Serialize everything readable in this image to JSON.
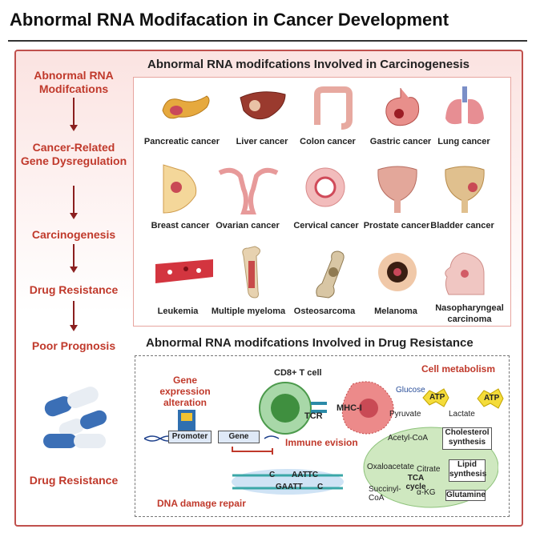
{
  "title": "Abnormal RNA Modifacation in Cancer Development",
  "flow": [
    "Abnormal RNA Modifcations",
    "Cancer-Related Gene Dysregulation",
    "Carcinogenesis",
    "Drug Resistance",
    "Poor Prognosis"
  ],
  "left_bottom_label": "Drug Resistance",
  "carcinogenesis_panel": {
    "title": "Abnormal RNA modifcations Involved in Carcinogenesis",
    "cancers": [
      "Pancreatic cancer",
      "Liver cancer",
      "Colon cancer",
      "Gastric cancer",
      "Lung cancer",
      "Breast cancer",
      "Ovarian cancer",
      "Cervical cancer",
      "Prostate cancer",
      "Bladder cancer",
      "Leukemia",
      "Multiple myeloma",
      "Osteosarcoma",
      "Melanoma",
      "Nasopharyngeal carcinoma"
    ]
  },
  "drug_panel": {
    "title": "Abnormal RNA modifcations Involved in Drug Resistance",
    "gene_expression": "Gene expression alteration",
    "promoter": "Promoter",
    "gene": "Gene",
    "cd8": "CD8+ T cell",
    "tcr": "TCR",
    "mhc": "MHC-I",
    "immune": "Immune evision",
    "dna_repair": "DNA damage repair",
    "dna_top": "AATTC",
    "dna_bottom": "GAATT",
    "dna_c1": "C",
    "dna_c2": "C",
    "metabolism": "Cell metabolism",
    "glucose": "Glucose",
    "atp": "ATP",
    "pyruvate": "Pyruvate",
    "lactate": "Lactate",
    "acetyl": "Acetyl-CoA",
    "cholesterol": "Cholesterol synthesis",
    "oxaloacetate": "Oxaloacetate",
    "citrate": "Citrate",
    "lipid": "Lipid synthesis",
    "tca": "TCA cycle",
    "succinyl": "Succinyl-CoA",
    "akg": "α-KG",
    "glutamine": "Glutamine"
  }
}
